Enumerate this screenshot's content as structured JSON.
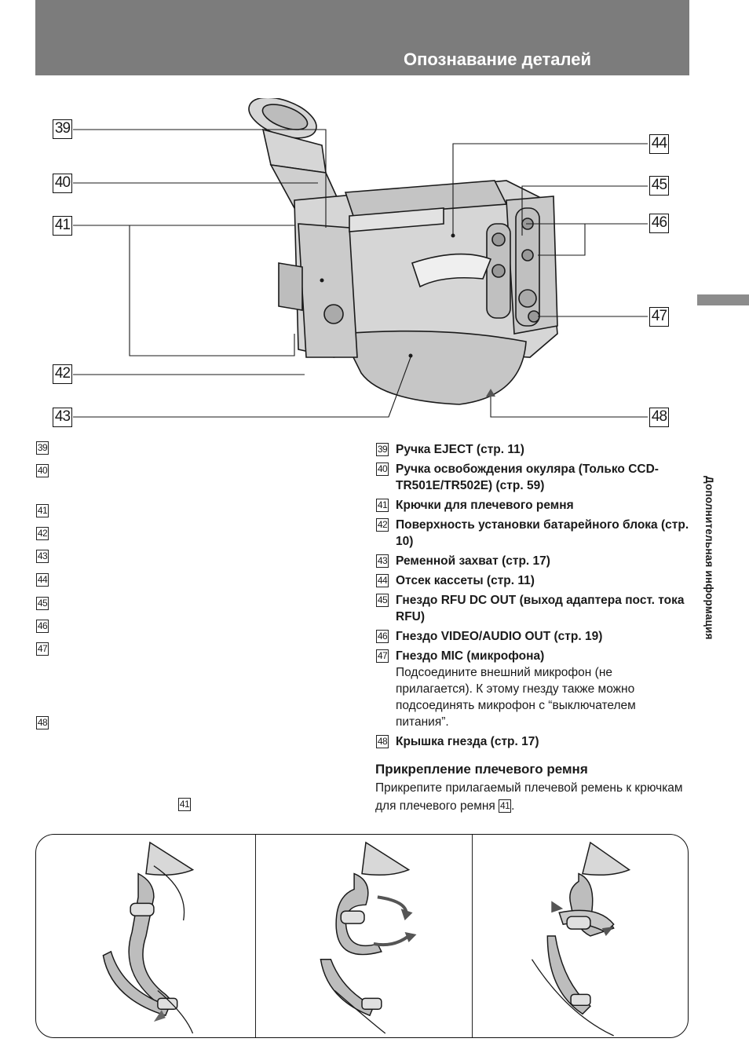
{
  "header": {
    "title": "Опознавание деталей"
  },
  "side_label": "Дополнительная информация",
  "callouts": [
    "39",
    "40",
    "41",
    "42",
    "43",
    "44",
    "45",
    "46",
    "47",
    "48"
  ],
  "left_column_numbers": [
    "39",
    "40",
    "41",
    "42",
    "43",
    "44",
    "45",
    "46",
    "47",
    "48",
    "41"
  ],
  "legend": [
    {
      "num": "39",
      "label": "Ручка EJECT (стр. 11)"
    },
    {
      "num": "40",
      "label": "Ручка освобождения окуляра (Только CCD-TR501E/TR502E) (стр. 59)"
    },
    {
      "num": "41",
      "label": "Крючки для плечевого ремня"
    },
    {
      "num": "42",
      "label": "Поверхность установки батарейного блока (стр. 10)"
    },
    {
      "num": "43",
      "label": "Ременной захват (стр. 17)"
    },
    {
      "num": "44",
      "label": "Отсек кассеты (стр. 11)"
    },
    {
      "num": "45",
      "label": "Гнездо RFU DC OUT (выход адаптера пост. тока RFU)"
    },
    {
      "num": "46",
      "label": "Гнездо VIDEO/AUDIO OUT (стр. 19)"
    },
    {
      "num": "47",
      "label": "Гнездо MIC (микрофона)",
      "desc": "Подсоедините внешний микрофон (не прилагается). К этому гнезду также можно подсоединять микрофон с “выключателем питания”."
    },
    {
      "num": "48",
      "label": "Крышка гнезда (стр. 17)"
    }
  ],
  "section": {
    "heading": "Прикрепление плечевого ремня",
    "text_before": "Прикрепите прилагаемый плечевой ремень к крючкам для плечевого ремня ",
    "ref_num": "41",
    "text_after": "."
  },
  "colors": {
    "header_bg": "#7c7c7c",
    "header_text": "#ffffff",
    "side_tab": "#8c8c8c",
    "device_fill": "#d6d6d6",
    "strap_fill": "#bdbdbd"
  }
}
